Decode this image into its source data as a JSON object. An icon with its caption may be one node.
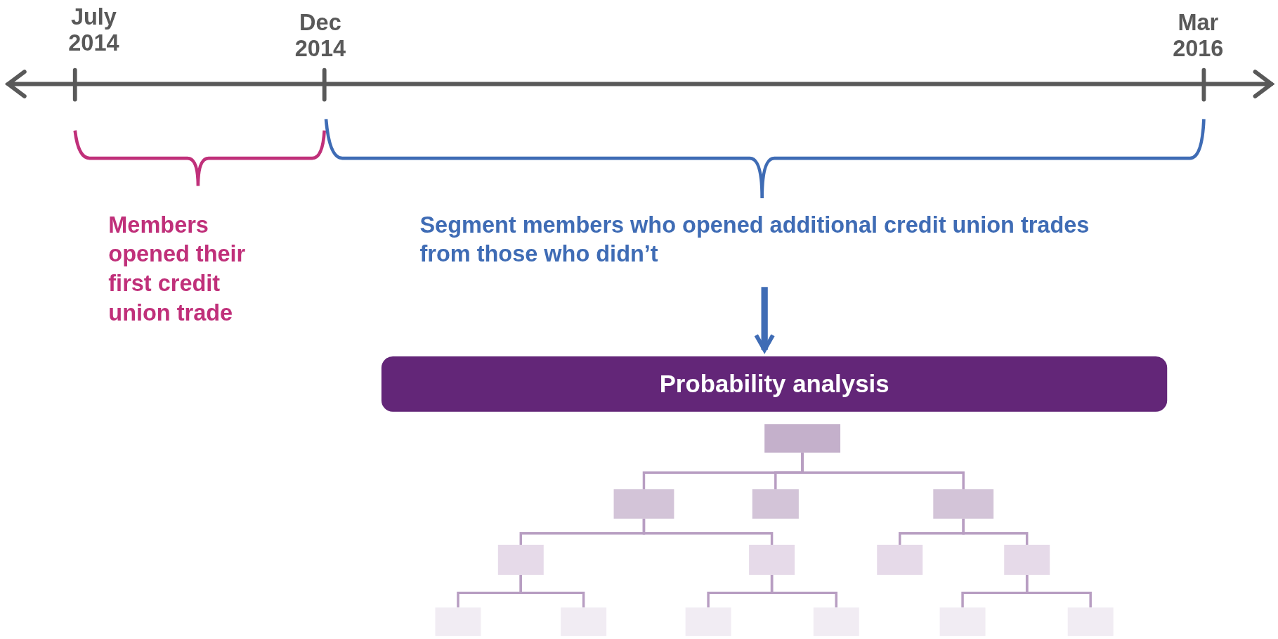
{
  "diagram": {
    "nodes": [
      {
        "text": [
          "Members opened their first credit union trade"
        ]
      },
      {
        "text": [
          "Segment members who opened additional credit union trades from those who didn’t"
        ]
      },
      {
        "text": [
          "Probability analysis"
        ]
      },
      {
        "text": [],
        "shape": "box"
      },
      {
        "text": [],
        "shape": "box"
      },
      {
        "text": [],
        "shape": "box"
      },
      {
        "text": [],
        "shape": "box"
      },
      {
        "text": [],
        "shape": "box"
      },
      {
        "text": [],
        "shape": "box"
      },
      {
        "text": [],
        "shape": "box"
      },
      {
        "text": [],
        "shape": "box"
      },
      {
        "text": [],
        "shape": "box"
      },
      {
        "text": [],
        "shape": "box"
      },
      {
        "text": [],
        "shape": "box"
      },
      {
        "text": [],
        "shape": "box"
      },
      {
        "text": [],
        "shape": "box"
      },
      {
        "text": [],
        "shape": "box"
      }
    ],
    "edges": [
      {
        "from": 1,
        "to": 2,
        "arrow": "to",
        "style": "thick",
        "color": "#3f6cb5"
      },
      {
        "from": 3,
        "to": 4,
        "arrow": "none"
      },
      {
        "from": 3,
        "to": 5,
        "arrow": "none"
      },
      {
        "from": 3,
        "to": 6,
        "arrow": "none"
      },
      {
        "from": 4,
        "to": 7,
        "arrow": "none"
      },
      {
        "from": 4,
        "to": 8,
        "arrow": "none"
      },
      {
        "from": 6,
        "to": 9,
        "arrow": "none"
      },
      {
        "from": 6,
        "to": 10,
        "arrow": "none"
      },
      {
        "from": 7,
        "to": 11,
        "arrow": "none"
      },
      {
        "from": 7,
        "to": 12,
        "arrow": "none"
      },
      {
        "from": 8,
        "to": 13,
        "arrow": "none"
      },
      {
        "from": 8,
        "to": 14,
        "arrow": "none"
      },
      {
        "from": 10,
        "to": 15,
        "arrow": "none"
      },
      {
        "from": 10,
        "to": 16,
        "arrow": "none"
      }
    ],
    "labels": [
      "July 2014",
      "Dec 2014",
      "Mar 2016"
    ]
  }
}
